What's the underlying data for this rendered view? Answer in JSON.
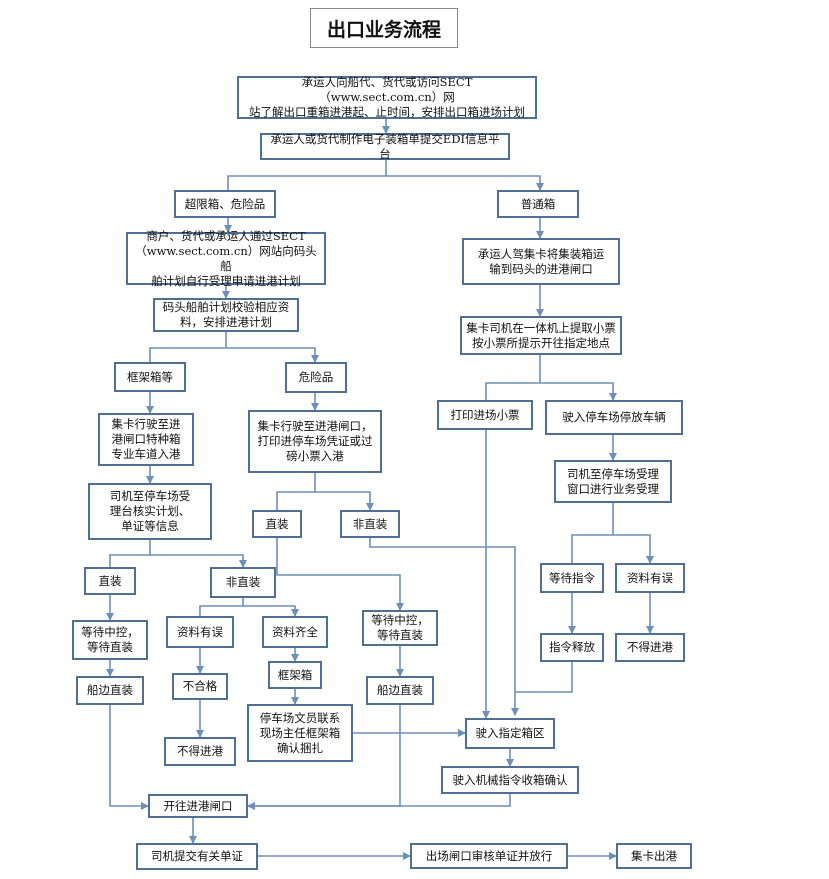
{
  "title": "出口业务流程",
  "nodes": {
    "n1": "承运人向船代、货代或访问SECT（www.sect.com.cn）网\n站了解出口重箱进港起、止时间，安排出口箱进场计划",
    "n2": "承运人或货代制作电子装箱单提交EDI信息平台",
    "n3": "超限箱、危险品",
    "n4": "普通箱",
    "n5": "商户、货代或承运人通过SECT\n（www.sect.com.cn）网站向码头船\n舶计划自行受理申请进港计划",
    "n6": "承运人驾集卡将集装箱运\n输到码头的进港闸口",
    "n7": "码头船舶计划校验相应资\n料，安排进港计划",
    "n8": "集卡司机在一体机上提取小票\n按小票所提示开往指定地点",
    "n9": "框架箱等",
    "n10": "危险品",
    "n11": "打印进场小票",
    "n12": "驶入停车场停放车辆",
    "n13": "集卡行驶至进\n港闸口特种箱\n专业车道入港",
    "n14": "集卡行驶至进港闸口，\n打印进停车场凭证或过\n磅小票入港",
    "n15": "司机至停车场受理\n窗口进行业务受理",
    "n16": "司机至停车场受\n理台核实计划、\n单证等信息",
    "n17": "直装",
    "n18": "非直装",
    "n19": "直装",
    "n20": "非直装",
    "n21": "等待指令",
    "n22": "资料有误",
    "n23": "等待中控，\n等待直装",
    "n24": "资料有误",
    "n25": "资料齐全",
    "n26": "等待中控，\n等待直装",
    "n27": "指令释放",
    "n28": "不得进港",
    "n29": "框架箱",
    "n30": "船边直装",
    "n31": "不合格",
    "n32": "船边直装",
    "n33": "停车场文员联系\n现场主任框架箱\n确认捆扎",
    "n34": "驶入指定箱区",
    "n35": "不得进港",
    "n36": "驶入机械指令收箱确认",
    "n37": "开往进港闸口",
    "n38": "司机提交有关单证",
    "n39": "出场闸口审核单证并放行",
    "n40": "集卡出港"
  }
}
